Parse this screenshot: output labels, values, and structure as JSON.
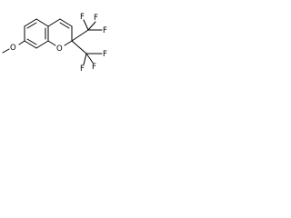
{
  "structure": {
    "atoms": {
      "ring_oxygen": "O",
      "methoxy_oxygen": "O",
      "f_upper_left": "F",
      "f_upper_mid": "F",
      "f_upper_right": "F",
      "f_lower_left": "F",
      "f_lower_mid": "F",
      "f_lower_right": "F"
    },
    "colors": {
      "ink": "#000000",
      "background": "#ffffff"
    }
  }
}
